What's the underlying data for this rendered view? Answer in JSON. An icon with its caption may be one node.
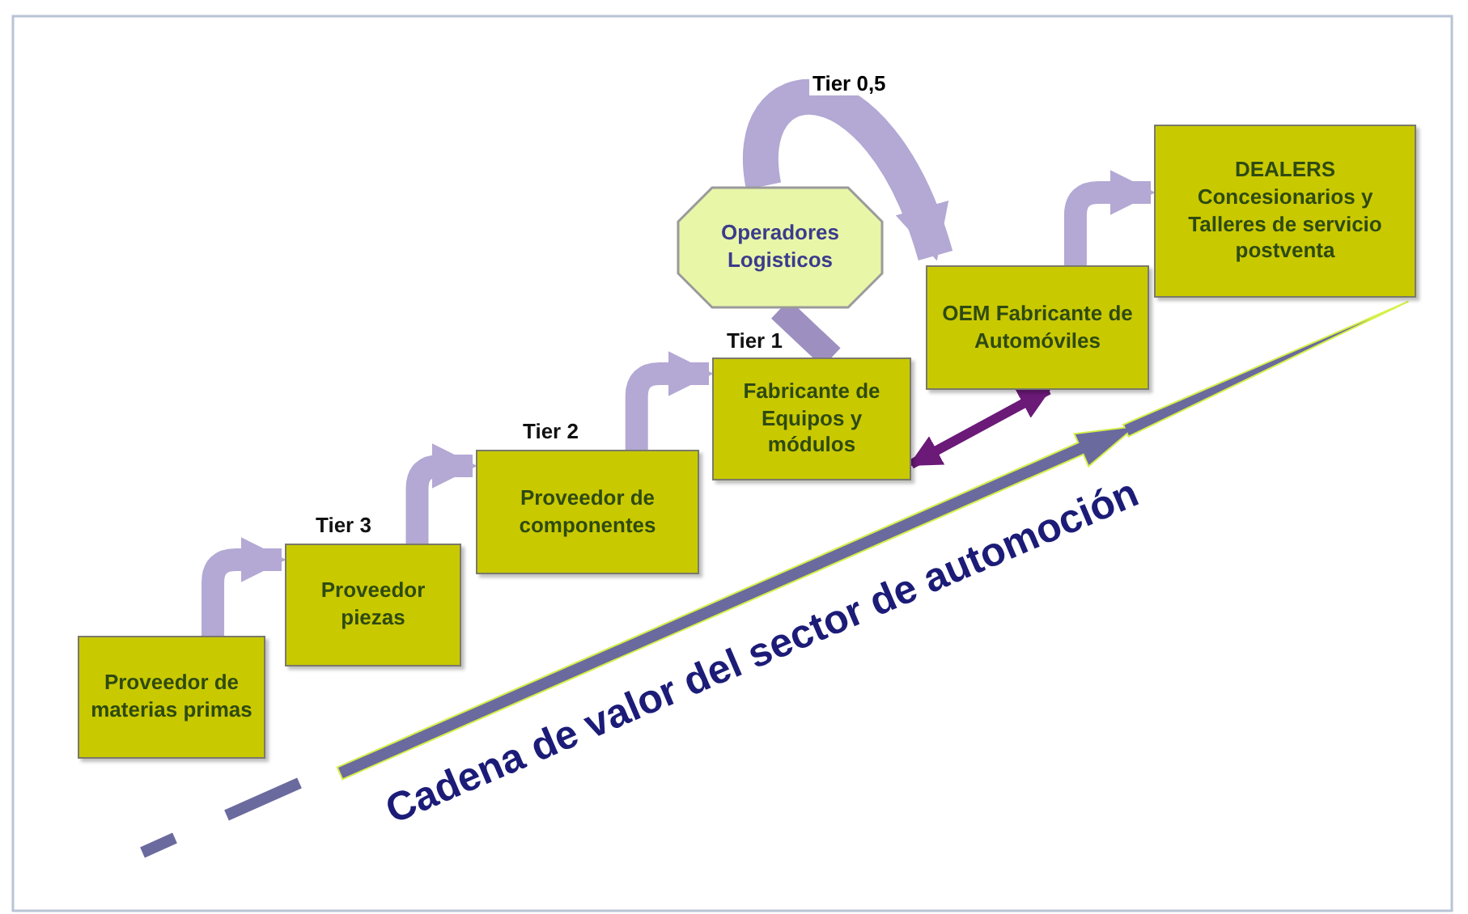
{
  "diagram": {
    "nodes": [
      {
        "text": [
          "Proveedor de materias primas"
        ]
      },
      {
        "text": [
          "Proveedor piezas"
        ],
        "beside": [
          "Tier 3"
        ]
      },
      {
        "text": [
          "Proveedor de componentes"
        ],
        "beside": [
          "Tier 2"
        ]
      },
      {
        "text": [
          "Fabricante de Equipos y módulos"
        ],
        "beside": [
          "Tier 1"
        ]
      },
      {
        "text": [
          "Operadores Logisticos"
        ]
      },
      {
        "text": [
          "OEM Fabricante de Automóviles"
        ]
      },
      {
        "text": [
          "DEALERS Concesionarios y Talleres de servicio postventa"
        ]
      }
    ],
    "edges": [
      {
        "from": 0,
        "to": 1,
        "arrow": "to"
      },
      {
        "from": 1,
        "to": 2,
        "arrow": "to"
      },
      {
        "from": 2,
        "to": 3,
        "arrow": "to"
      },
      {
        "from": 3,
        "to": 4,
        "arrow": "none"
      },
      {
        "from": 4,
        "to": 5,
        "arrow": "to",
        "label": "Tier 0,5"
      },
      {
        "from": 5,
        "to": 6,
        "arrow": "to"
      },
      {
        "from": 3,
        "to": 5,
        "arrow": "both",
        "color": "#6b1a78"
      }
    ],
    "labels": [
      "Cadena de valor del sector de automoción"
    ]
  }
}
